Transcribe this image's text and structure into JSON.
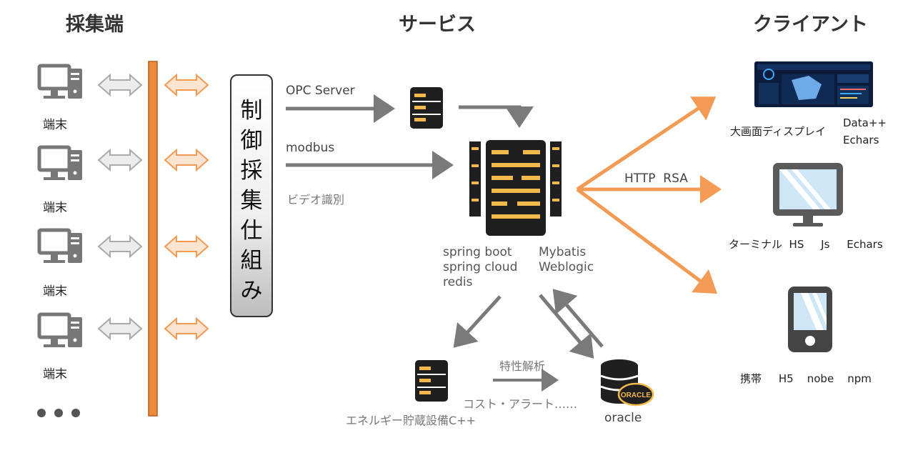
{
  "headers": {
    "collection": "採集端",
    "service": "サービス",
    "client": "クライアント"
  },
  "terminals": [
    "端末",
    "端末",
    "端末",
    "端末"
  ],
  "control_box": {
    "chars": [
      "制",
      "御",
      "採",
      "集",
      "仕",
      "組",
      "み"
    ]
  },
  "inputs": {
    "opc": "OPC Server",
    "modbus": "modbus",
    "video": "ビデオ識別"
  },
  "server_tech": {
    "left": [
      "spring boot",
      "spring cloud",
      "redis"
    ],
    "right": [
      "Mybatis",
      "Weblogic"
    ]
  },
  "protocol": "HTTP  RSA",
  "bottom": {
    "analysis": "特性解析",
    "cost": "コスト・アラート……",
    "energy": "エネルギー貯蔵設備C++",
    "oracle_label": "oracle",
    "oracle_logo": "ORACLE"
  },
  "clients": {
    "display": "大画面ディスプレイ",
    "display_tech": [
      "Data++",
      "Echars"
    ],
    "terminal": "ターミナル  HS     Js     Echars",
    "mobile": "携帯     H5    nobe    npm"
  },
  "colors": {
    "orange": "#f39a55",
    "bar": "#ee8a3c",
    "gray_arrow": "#b3b3b3",
    "flow": "#7a7a7a",
    "accent": "#f2b84b",
    "dark": "#1f1f1f"
  }
}
